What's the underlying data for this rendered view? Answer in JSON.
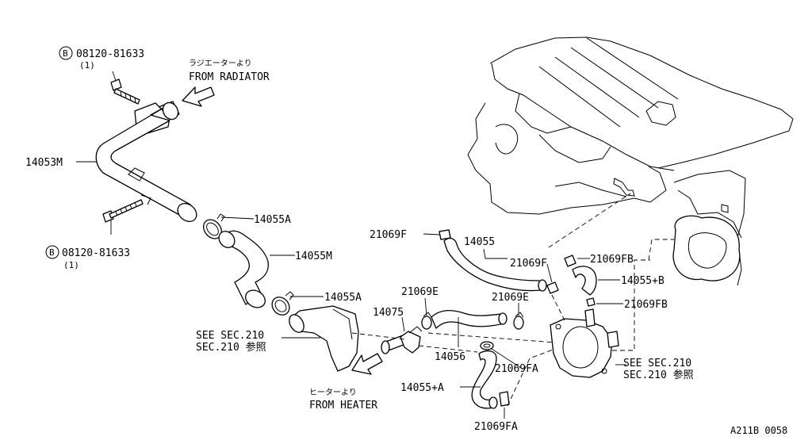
{
  "labels": {
    "bolt_top_code": "08120-81633",
    "bolt_top_qty": "(1)",
    "bolt_bottom_code": "08120-81633",
    "bolt_bottom_qty": "(1)",
    "bolt_badge": "B",
    "radiator_jp": "ラジエーターより",
    "radiator_en": "FROM RADIATOR",
    "heater_jp": "ヒーターより",
    "heater_en": "FROM HEATER",
    "p14053M": "14053M",
    "p14055A_top": "14055A",
    "p14055M": "14055M",
    "p14055A_mid": "14055A",
    "p21069F_left": "21069F",
    "p14055": "14055",
    "p21069F_mid": "21069F",
    "p21069FB_top": "21069FB",
    "p14055B": "14055+B",
    "p21069FB_bottom": "21069FB",
    "p21069E_left": "21069E",
    "p14075": "14075",
    "p21069E_right": "21069E",
    "p14056": "14056",
    "p21069FA_mid": "21069FA",
    "p14055PA": "14055+A",
    "p21069FA_bottom": "21069FA",
    "see_left_1": "SEE SEC.210",
    "see_left_2": "SEC.210 参照",
    "see_right_1": "SEE SEC.210",
    "see_right_2": "SEC.210 参照",
    "figure_code": "A211B 0058"
  }
}
